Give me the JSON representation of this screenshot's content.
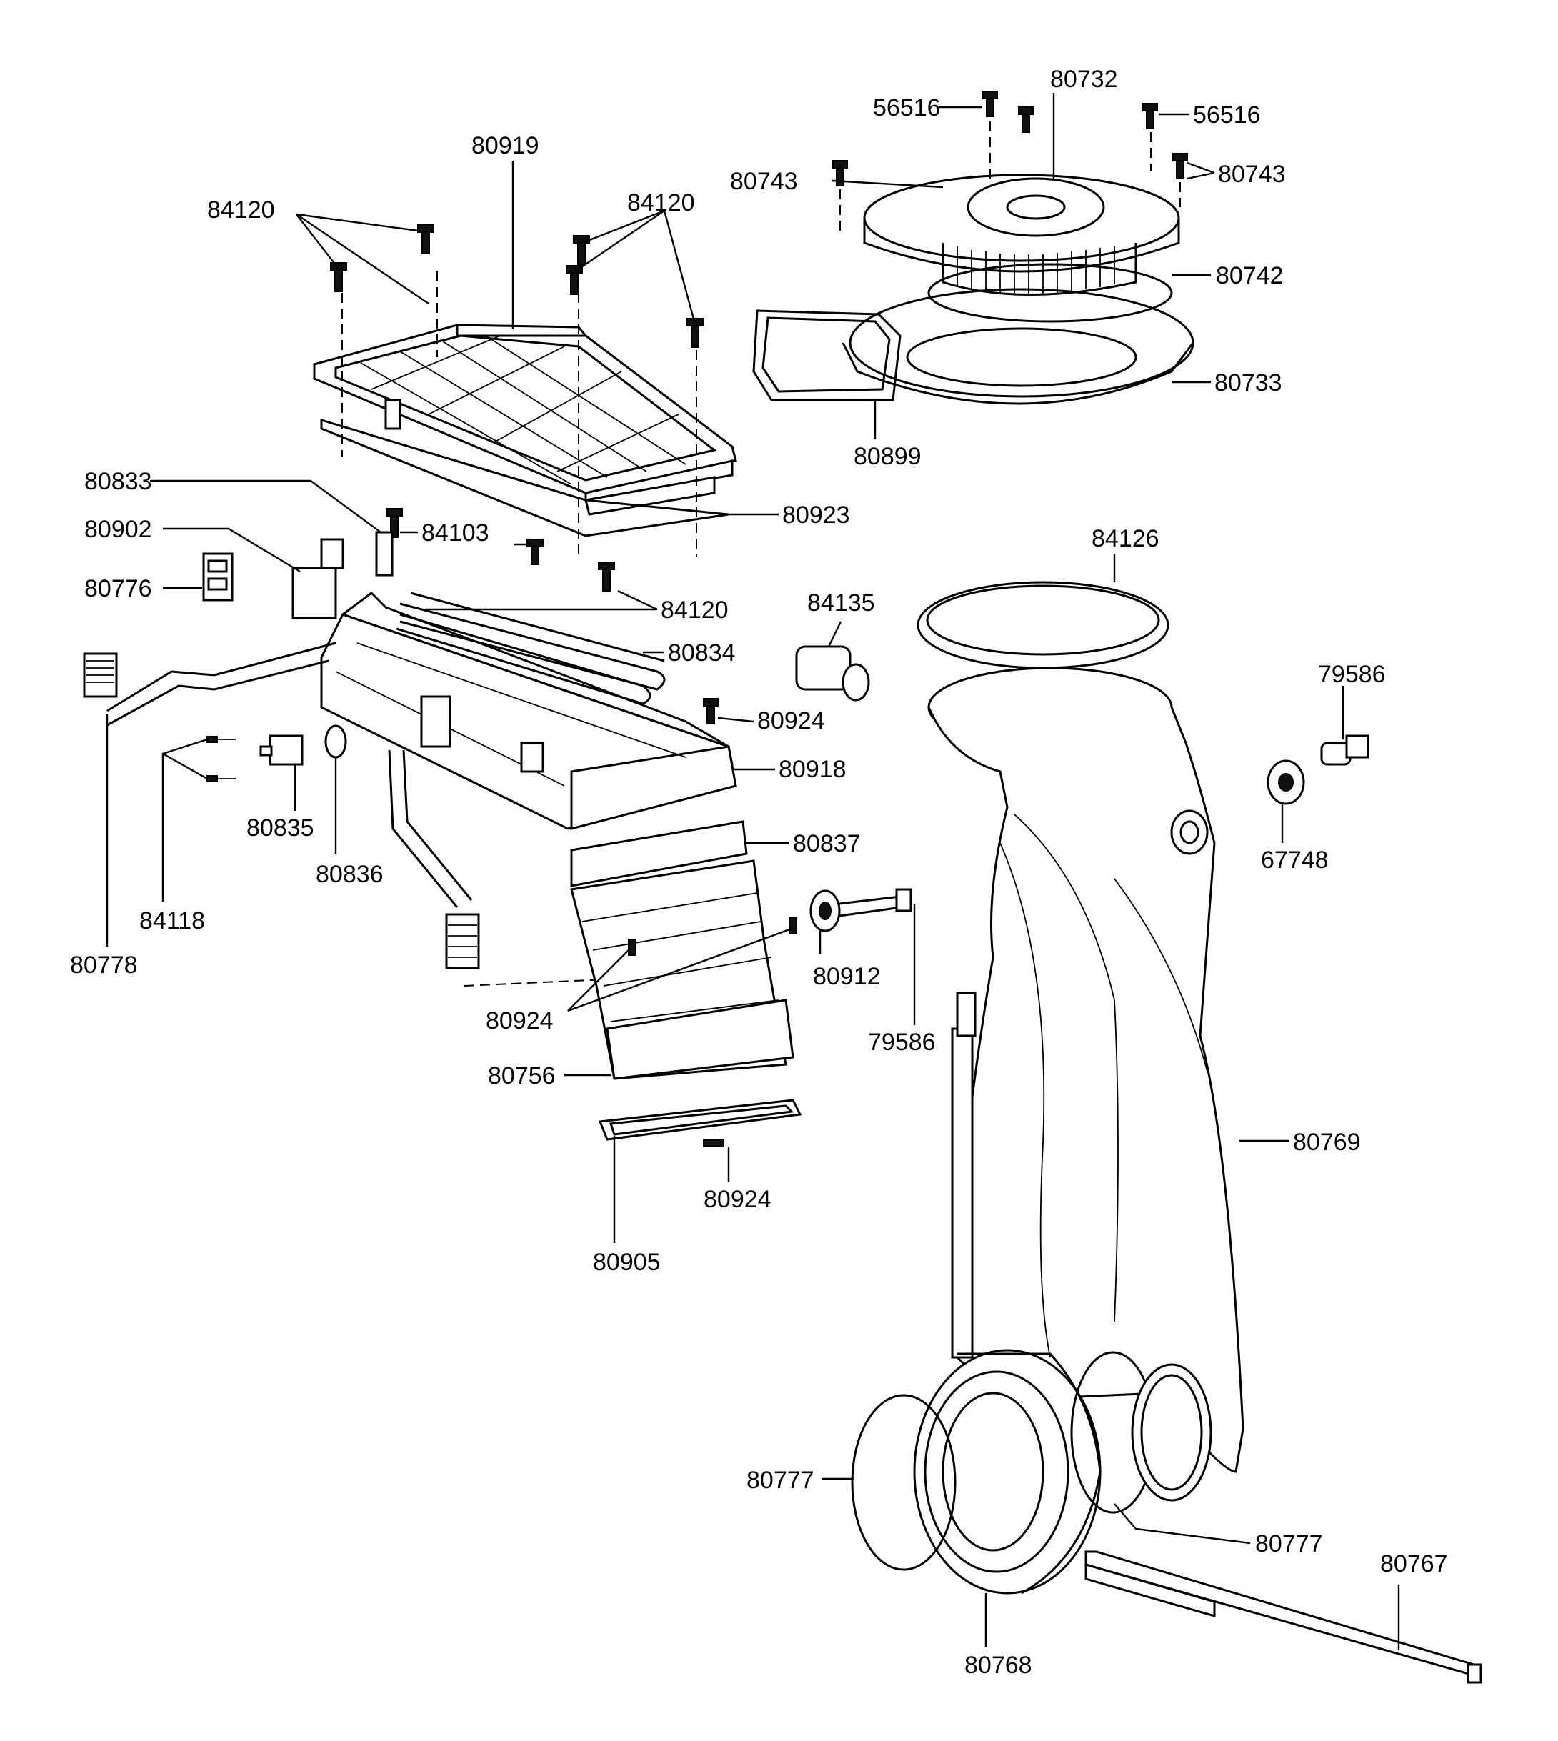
{
  "labels": {
    "l80919": "80919",
    "l84120_a": "84120",
    "l84120_b": "84120",
    "l84120_c": "84120",
    "l80833": "80833",
    "l80902": "80902",
    "l80776": "80776",
    "l84103": "84103",
    "l80923": "80923",
    "l84135": "84135",
    "l80834": "80834",
    "l80924_a": "80924",
    "l80918": "80918",
    "l80837": "80837",
    "l80835": "80835",
    "l80836": "80836",
    "l84118": "84118",
    "l80778": "80778",
    "l80912": "80912",
    "l79586_a": "79586",
    "l80924_b": "80924",
    "l80756": "80756",
    "l80924_c": "80924",
    "l80905": "80905",
    "l56516_a": "56516",
    "l56516_b": "56516",
    "l80732": "80732",
    "l80743_a": "80743",
    "l80743_b": "80743",
    "l80742": "80742",
    "l80733": "80733",
    "l80899": "80899",
    "l84126": "84126",
    "l79586_b": "79586",
    "l67748": "67748",
    "l80769": "80769",
    "l80777_a": "80777",
    "l80777_b": "80777",
    "l80767": "80767",
    "l80768": "80768"
  }
}
